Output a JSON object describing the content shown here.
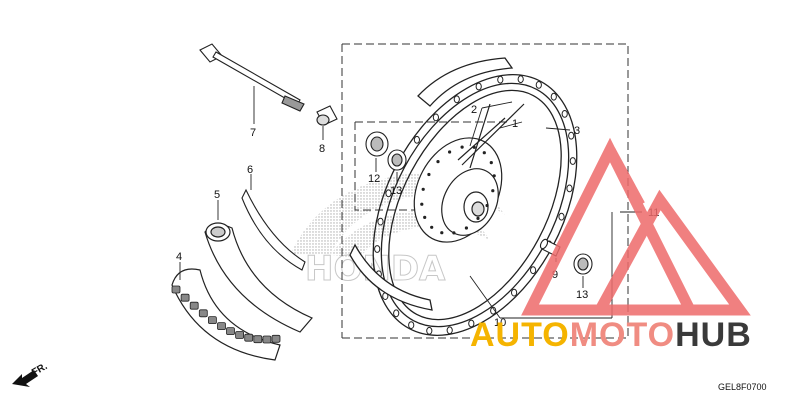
{
  "diagram": {
    "drawing_code": "GEL8F0700",
    "direction_label": "FR.",
    "callouts": [
      {
        "id": "c1",
        "text": "1"
      },
      {
        "id": "c2",
        "text": "2"
      },
      {
        "id": "c3",
        "text": "3"
      },
      {
        "id": "c4",
        "text": "4"
      },
      {
        "id": "c5",
        "text": "5"
      },
      {
        "id": "c6",
        "text": "6"
      },
      {
        "id": "c7",
        "text": "7"
      },
      {
        "id": "c8",
        "text": "8"
      },
      {
        "id": "c9",
        "text": "9"
      },
      {
        "id": "c10",
        "text": "10"
      },
      {
        "id": "c11",
        "text": "11"
      },
      {
        "id": "c12",
        "text": "12"
      },
      {
        "id": "c13a",
        "text": "13"
      },
      {
        "id": "c13b",
        "text": "13"
      }
    ]
  },
  "watermark": {
    "brand_part1": "AUTO",
    "brand_part2": "MOTO",
    "brand_part3": "HUB",
    "logo_text": "HONDA",
    "colors": {
      "auto": "#f5b400",
      "moto": "#f08c82",
      "hub": "#3a3a3a",
      "triangle": "#ee6b6b"
    }
  }
}
